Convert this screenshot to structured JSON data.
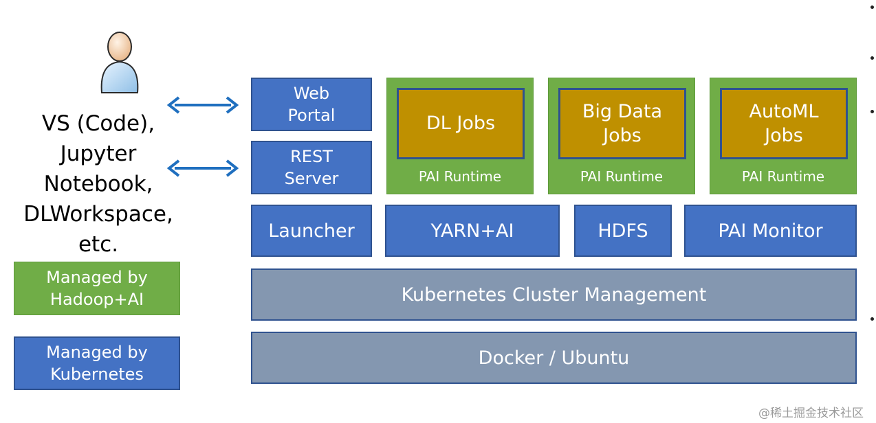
{
  "clients": {
    "lines": [
      "VS (Code),",
      "Jupyter",
      "Notebook,",
      "DLWorkspace,",
      "etc."
    ]
  },
  "legend": {
    "hadoop": [
      "Managed by",
      "Hadoop+AI"
    ],
    "kubernetes": [
      "Managed by",
      "Kubernetes"
    ]
  },
  "services": {
    "web_portal": [
      "Web",
      "Portal"
    ],
    "rest_server": [
      "REST",
      "Server"
    ]
  },
  "jobs": [
    {
      "label": [
        "DL Jobs"
      ],
      "runtime": "PAI Runtime"
    },
    {
      "label": [
        "Big Data",
        "Jobs"
      ],
      "runtime": "PAI Runtime"
    },
    {
      "label": [
        "AutoML",
        "Jobs"
      ],
      "runtime": "PAI Runtime"
    }
  ],
  "services_row": {
    "launcher": "Launcher",
    "yarn": "YARN+AI",
    "hdfs": "HDFS",
    "monitor": "PAI Monitor"
  },
  "layers": {
    "kubernetes": "Kubernetes Cluster Management",
    "docker": "Docker / Ubuntu"
  },
  "watermark": "@稀土掘金技术社区",
  "colors": {
    "blue": "#4472c4",
    "gray": "#8497b0",
    "green": "#70ad47",
    "gold": "#bf9000",
    "arrow": "#1f6fbf"
  },
  "icons": {
    "user": "user-icon",
    "arrow": "double-arrow-icon"
  }
}
